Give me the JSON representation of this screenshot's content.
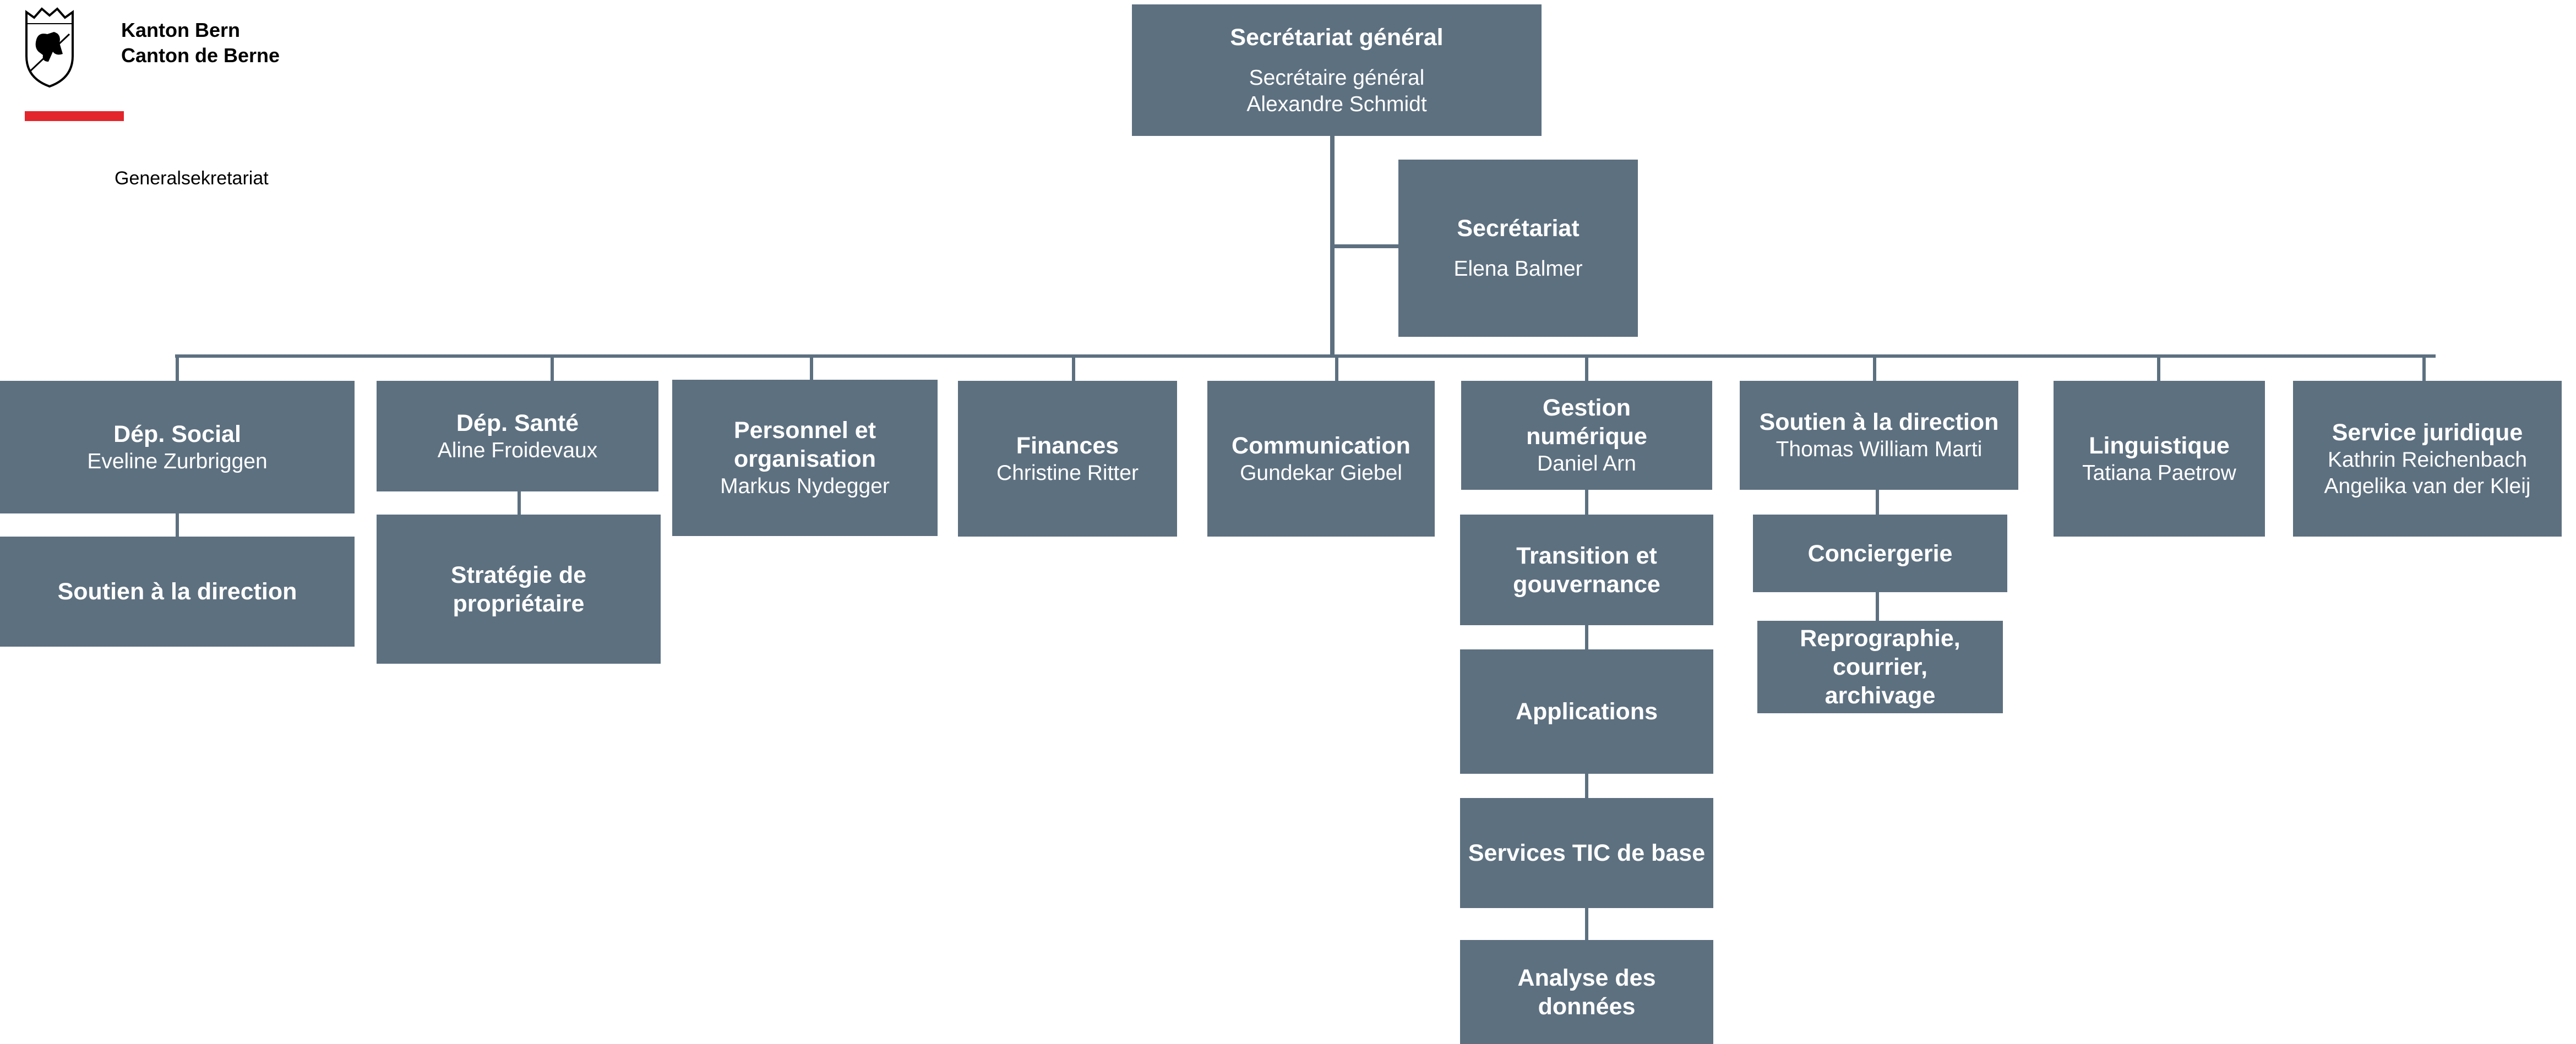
{
  "header": {
    "line1": "Kanton Bern",
    "line2": "Canton de Berne",
    "department": "Generalsekretariat"
  },
  "org": {
    "top": {
      "title": "Secrétariat général",
      "role": "Secrétaire général",
      "person": "Alexandre Schmidt"
    },
    "secretariat": {
      "title": "Secrétariat",
      "person": "Elena Balmer"
    },
    "units": [
      {
        "title": "Dép. Social",
        "person": "Eveline Zurbriggen",
        "children": [
          {
            "title": "Soutien à la direction"
          }
        ]
      },
      {
        "title": "Dép. Santé",
        "person": "Aline Froidevaux",
        "children": [
          {
            "title": "Stratégie de propriétaire"
          }
        ]
      },
      {
        "title": "Personnel et organisation",
        "person": "Markus Nydegger"
      },
      {
        "title": "Finances",
        "person": "Christine Ritter"
      },
      {
        "title": "Communication",
        "person": "Gundekar Giebel"
      },
      {
        "title": "Gestion numérique",
        "person": "Daniel Arn",
        "children": [
          {
            "title": "Transition et gouvernance"
          },
          {
            "title": "Applications"
          },
          {
            "title": "Services TIC de base"
          },
          {
            "title": "Analyse des données"
          }
        ]
      },
      {
        "title": "Soutien à la direction",
        "person": "Thomas William Marti",
        "children": [
          {
            "title": "Conciergerie"
          },
          {
            "title": "Reprographie, courrier, archivage"
          }
        ]
      },
      {
        "title": "Linguistique",
        "person": "Tatiana Paetrow"
      },
      {
        "title": "Service juridique",
        "persons": [
          "Kathrin Reichenbach",
          "Angelika van der Kleij"
        ]
      }
    ]
  },
  "colors": {
    "box": "#5d7080",
    "accent_bar": "#e3262c",
    "text_on_box": "#ffffff"
  }
}
